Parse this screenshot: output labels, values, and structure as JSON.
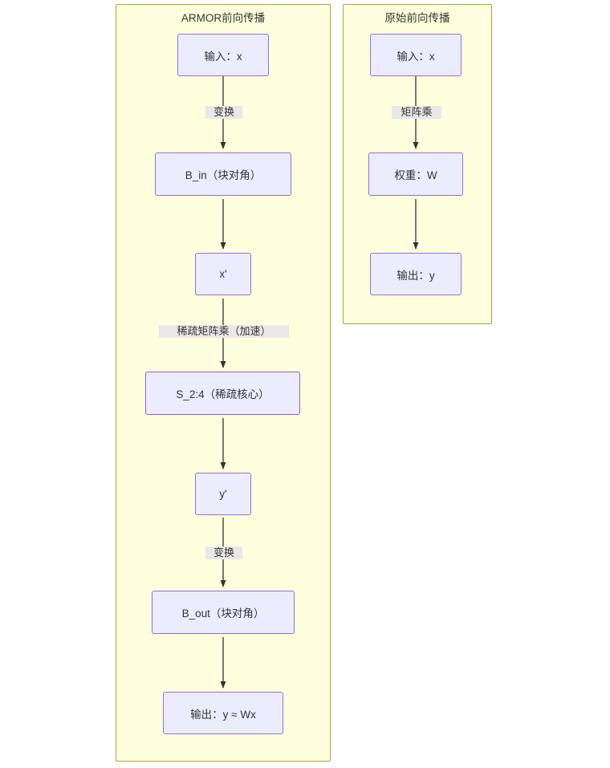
{
  "diagram": {
    "type": "flowchart",
    "direction": "top-down",
    "background": "#ffffff",
    "colors": {
      "subgraph_fill": "#ffffde",
      "subgraph_border": "#aaaa33",
      "node_fill": "#ececff",
      "node_border": "#9370db",
      "sparse_node_border": "#9b59d0",
      "edge_stroke": "#333333",
      "edge_label_bg": "#e8e8e8",
      "text": "#333333"
    },
    "subgraphs": [
      {
        "id": "armor",
        "title": "ARMOR前向传播",
        "nodes": [
          {
            "id": "armor_input",
            "label": "输入：x"
          },
          {
            "id": "armor_bin",
            "label": "B_in（块对角）"
          },
          {
            "id": "armor_xprime",
            "label": "x'"
          },
          {
            "id": "armor_s24",
            "label": "S_2:4（稀疏核心）"
          },
          {
            "id": "armor_yprime",
            "label": "y'"
          },
          {
            "id": "armor_bout",
            "label": "B_out（块对角）"
          },
          {
            "id": "armor_output",
            "label": "输出：y ≈ Wx"
          }
        ],
        "edges": [
          {
            "from": "armor_input",
            "to": "armor_bin",
            "label": "变换"
          },
          {
            "from": "armor_bin",
            "to": "armor_xprime",
            "label": ""
          },
          {
            "from": "armor_xprime",
            "to": "armor_s24",
            "label": "稀疏矩阵乘（加速）"
          },
          {
            "from": "armor_s24",
            "to": "armor_yprime",
            "label": ""
          },
          {
            "from": "armor_yprime",
            "to": "armor_bout",
            "label": "变换"
          },
          {
            "from": "armor_bout",
            "to": "armor_output",
            "label": ""
          }
        ]
      },
      {
        "id": "original",
        "title": "原始前向传播",
        "nodes": [
          {
            "id": "orig_input",
            "label": "输入：x"
          },
          {
            "id": "orig_weight",
            "label": "权重：W"
          },
          {
            "id": "orig_output",
            "label": "输出：y"
          }
        ],
        "edges": [
          {
            "from": "orig_input",
            "to": "orig_weight",
            "label": "矩阵乘"
          },
          {
            "from": "orig_weight",
            "to": "orig_output",
            "label": ""
          }
        ]
      }
    ]
  }
}
